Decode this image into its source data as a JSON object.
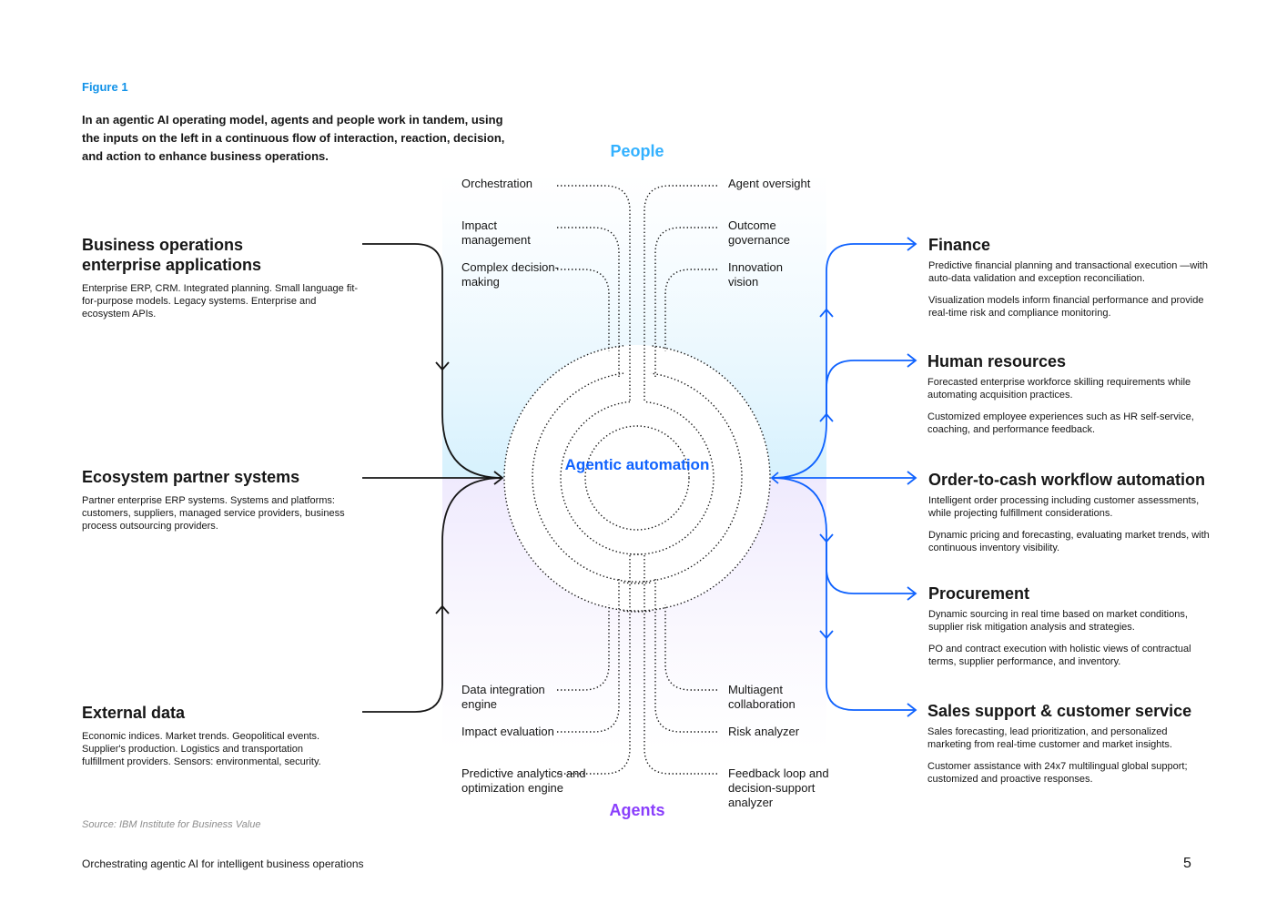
{
  "figure_label": "Figure 1",
  "caption": "In an agentic AI operating model, agents and people work in tandem, using the inputs on the left in a continuous flow of interaction, reaction, decision, and action to enhance business operations.",
  "people_label": "People",
  "agents_label": "Agents",
  "center_label": "Agentic automation",
  "people_left": [
    "Orchestration",
    "Impact management",
    "Complex decision-making"
  ],
  "people_right": [
    "Agent oversight",
    "Outcome governance",
    "Innovation vision"
  ],
  "agents_left": [
    "Data integration engine",
    "Impact evaluation",
    "Predictive analytics and optimization engine"
  ],
  "agents_right": [
    "Multiagent collaboration",
    "Risk analyzer",
    "Feedback loop and decision-support analyzer"
  ],
  "inputs": [
    {
      "title": "Business operations enterprise applications",
      "desc": "Enterprise ERP, CRM. Integrated planning. Small language fit-for-purpose models. Legacy systems. Enterprise and ecosystem APIs."
    },
    {
      "title": "Ecosystem partner systems",
      "desc": "Partner enterprise ERP systems. Systems and platforms: customers, suppliers, managed service providers, business process outsourcing providers."
    },
    {
      "title": "External data",
      "desc": "Economic indices. Market trends. Geopolitical events. Supplier's production. Logistics and transportation fulfillment providers. Sensors: environmental, security."
    }
  ],
  "outputs": [
    {
      "title": "Finance",
      "desc": [
        "Predictive financial planning and transactional execution —with auto-data validation and exception reconciliation.",
        "Visualization models inform financial performance and provide real-time risk and compliance monitoring."
      ]
    },
    {
      "title": "Human resources",
      "desc": [
        "Forecasted enterprise workforce skilling requirements while automating acquisition practices.",
        "Customized employee experiences such as HR self-service, coaching, and performance feedback."
      ]
    },
    {
      "title": "Order-to-cash workflow automation",
      "desc": [
        "Intelligent order processing including customer assessments, while projecting fulfillment considerations.",
        "Dynamic pricing and forecasting, evaluating market trends, with continuous inventory visibility."
      ]
    },
    {
      "title": "Procurement",
      "desc": [
        "Dynamic sourcing in real time based on market conditions, supplier risk mitigation analysis and strategies.",
        "PO and contract execution with holistic views of contractual terms, supplier performance, and inventory."
      ]
    },
    {
      "title": "Sales support & customer service",
      "desc": [
        "Sales forecasting, lead prioritization, and personalized marketing from real-time customer and market insights.",
        "Customer assistance with 24x7 multilingual global support; customized and proactive responses."
      ]
    }
  ],
  "source": "Source: IBM Institute for Business Value",
  "footer": "Orchestrating agentic AI for intelligent business operations",
  "page_number": "5",
  "colors": {
    "accent": "#0f62fe",
    "people": "#33b1ff",
    "agents": "#8a3ffc",
    "figure_label": "#1192e8"
  }
}
